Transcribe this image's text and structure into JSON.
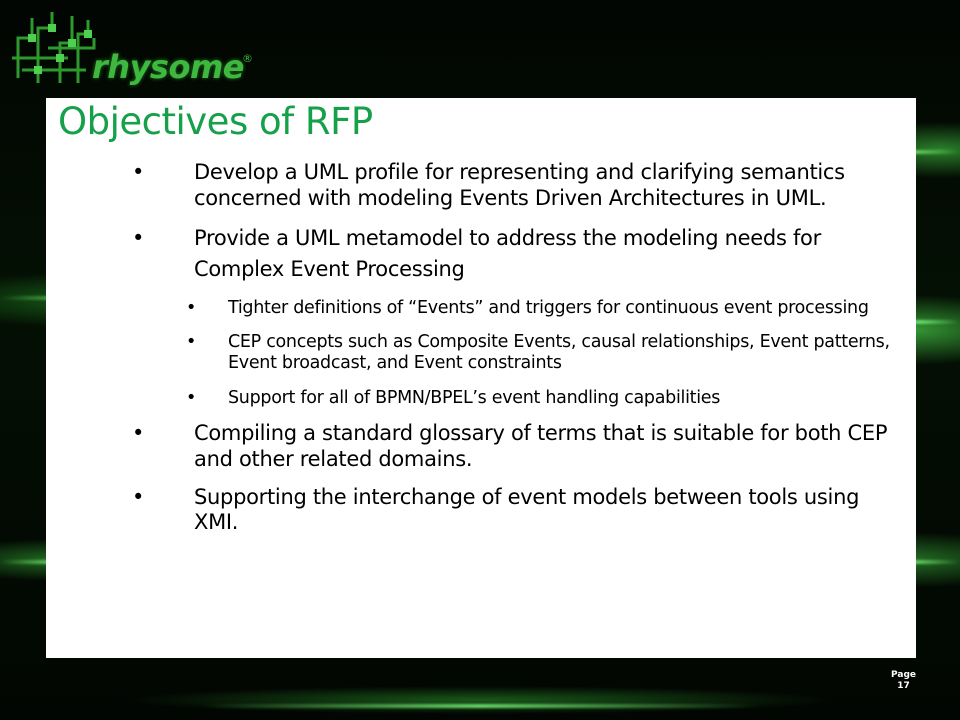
{
  "slide": {
    "logo_text": "rhysome",
    "logo_mark": "®",
    "title": "Objectives of RFP",
    "bullet_char": "•",
    "bullets": [
      {
        "level": 1,
        "text": "Develop a UML profile for representing and clarifying semantics concerned with modeling Events Driven Architectures in UML."
      },
      {
        "level": 1,
        "text": "Provide a UML metamodel to address the modeling needs for Complex Event Processing"
      },
      {
        "level": 2,
        "text": "Tighter definitions of “Events” and triggers for continuous event processing"
      },
      {
        "level": 2,
        "text": "CEP concepts such as Composite Events, causal relationships, Event patterns, Event broadcast, and Event constraints"
      },
      {
        "level": 2,
        "text": "Support for all of BPMN/BPEL’s event handling capabilities"
      },
      {
        "level": 1,
        "text": "Compiling a standard glossary of terms that is suitable for both CEP and other related domains."
      },
      {
        "level": 1,
        "text": "Supporting the interchange of event models between tools using XMI."
      }
    ],
    "page_label": "Page",
    "page_number": "17"
  },
  "colors": {
    "title": "#17a04a",
    "logo": "#3fb83f",
    "background": "#000000",
    "panel": "#ffffff"
  }
}
